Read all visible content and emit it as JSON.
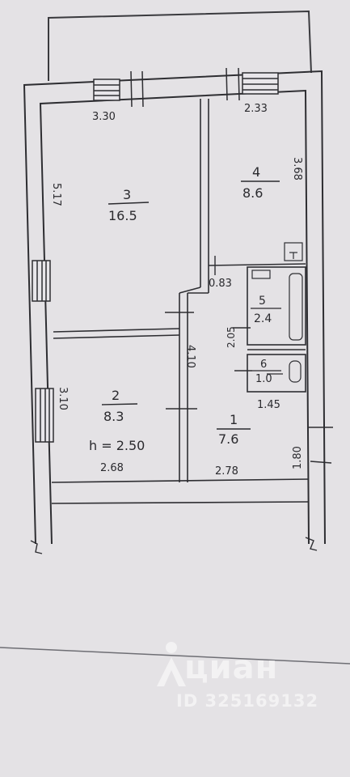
{
  "rooms": [
    {
      "number": "3",
      "area": "16.5"
    },
    {
      "number": "4",
      "area": "8.6"
    },
    {
      "number": "2",
      "area": "8.3"
    },
    {
      "number": "1",
      "area": "7.6"
    },
    {
      "number": "5",
      "area": "2.4"
    },
    {
      "number": "6",
      "area": "1.0"
    }
  ],
  "dimensions": {
    "top_left": "3.30",
    "top_right": "2.33",
    "room4_side": "3.68",
    "room3_side": "5.17",
    "room2_side": "3.10",
    "partition": "4.10",
    "bath_width": "0.83",
    "bath_side": "2.05",
    "wc_width": "1.45",
    "hall_side": "1.80",
    "bottom_left": "2.68",
    "bottom_right": "2.78"
  },
  "ceiling_height": "h = 2.50",
  "watermark": {
    "brand": "циан",
    "id": "ID 325169132",
    "color": "#ffffff"
  }
}
